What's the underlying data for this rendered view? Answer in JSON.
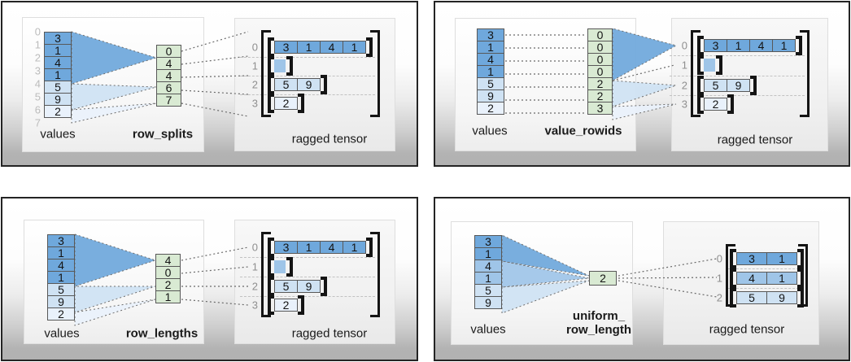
{
  "colors": {
    "dark": "#6fa8dc",
    "medium": "#9fc5e8",
    "light": "#cfe2f3",
    "lightest": "#e9f1fb",
    "green": "#d9ead3"
  },
  "panels": [
    {
      "name": "row_splits",
      "values_label": "values",
      "param_label_lines": [
        "row_splits"
      ],
      "tensor_label": "ragged tensor",
      "indices": [
        "0",
        "1",
        "2",
        "3",
        "4",
        "5",
        "6",
        "7"
      ],
      "values": [
        {
          "t": "3",
          "c": "dark"
        },
        {
          "t": "1",
          "c": "dark"
        },
        {
          "t": "4",
          "c": "dark"
        },
        {
          "t": "1",
          "c": "dark"
        },
        {
          "t": "5",
          "c": "light"
        },
        {
          "t": "9",
          "c": "light"
        },
        {
          "t": "2",
          "c": "lightest"
        }
      ],
      "param": [
        "0",
        "4",
        "4",
        "6",
        "7"
      ],
      "rows": [
        {
          "label": "0",
          "cells": [
            "3",
            "1",
            "4",
            "1"
          ],
          "color": "dark"
        },
        {
          "label": "1",
          "cells": [],
          "color": "medium"
        },
        {
          "label": "2",
          "cells": [
            "5",
            "9"
          ],
          "color": "light"
        },
        {
          "label": "3",
          "cells": [
            "2"
          ],
          "color": "lightest"
        }
      ]
    },
    {
      "name": "value_rowids",
      "values_label": "values",
      "param_label_lines": [
        "value_rowids"
      ],
      "tensor_label": "ragged tensor",
      "indices": [],
      "values": [
        {
          "t": "3",
          "c": "dark"
        },
        {
          "t": "1",
          "c": "dark"
        },
        {
          "t": "4",
          "c": "dark"
        },
        {
          "t": "1",
          "c": "dark"
        },
        {
          "t": "5",
          "c": "light"
        },
        {
          "t": "9",
          "c": "light"
        },
        {
          "t": "2",
          "c": "lightest"
        }
      ],
      "param": [
        "0",
        "0",
        "0",
        "0",
        "2",
        "2",
        "3"
      ],
      "rows": [
        {
          "label": "0",
          "cells": [
            "3",
            "1",
            "4",
            "1"
          ],
          "color": "dark"
        },
        {
          "label": "1",
          "cells": [],
          "color": "medium"
        },
        {
          "label": "2",
          "cells": [
            "5",
            "9"
          ],
          "color": "light"
        },
        {
          "label": "3",
          "cells": [
            "2"
          ],
          "color": "lightest"
        }
      ]
    },
    {
      "name": "row_lengths",
      "values_label": "values",
      "param_label_lines": [
        "row_lengths"
      ],
      "tensor_label": "ragged tensor",
      "indices": [],
      "values": [
        {
          "t": "3",
          "c": "dark"
        },
        {
          "t": "1",
          "c": "dark"
        },
        {
          "t": "4",
          "c": "dark"
        },
        {
          "t": "1",
          "c": "dark"
        },
        {
          "t": "5",
          "c": "light"
        },
        {
          "t": "9",
          "c": "light"
        },
        {
          "t": "2",
          "c": "lightest"
        }
      ],
      "param": [
        "4",
        "0",
        "2",
        "1"
      ],
      "rows": [
        {
          "label": "0",
          "cells": [
            "3",
            "1",
            "4",
            "1"
          ],
          "color": "dark"
        },
        {
          "label": "1",
          "cells": [],
          "color": "medium"
        },
        {
          "label": "2",
          "cells": [
            "5",
            "9"
          ],
          "color": "light"
        },
        {
          "label": "3",
          "cells": [
            "2"
          ],
          "color": "lightest"
        }
      ]
    },
    {
      "name": "uniform_row_length",
      "values_label": "values",
      "param_label_lines": [
        "uniform_",
        "row_length"
      ],
      "tensor_label": "ragged tensor",
      "indices": [],
      "values": [
        {
          "t": "3",
          "c": "dark"
        },
        {
          "t": "1",
          "c": "dark"
        },
        {
          "t": "4",
          "c": "medium"
        },
        {
          "t": "1",
          "c": "medium"
        },
        {
          "t": "5",
          "c": "light"
        },
        {
          "t": "9",
          "c": "light"
        }
      ],
      "param": [
        "2"
      ],
      "rows": [
        {
          "label": "0",
          "cells": [
            "3",
            "1"
          ],
          "color": "dark"
        },
        {
          "label": "1",
          "cells": [
            "4",
            "1"
          ],
          "color": "medium"
        },
        {
          "label": "2",
          "cells": [
            "5",
            "9"
          ],
          "color": "light"
        }
      ]
    }
  ]
}
